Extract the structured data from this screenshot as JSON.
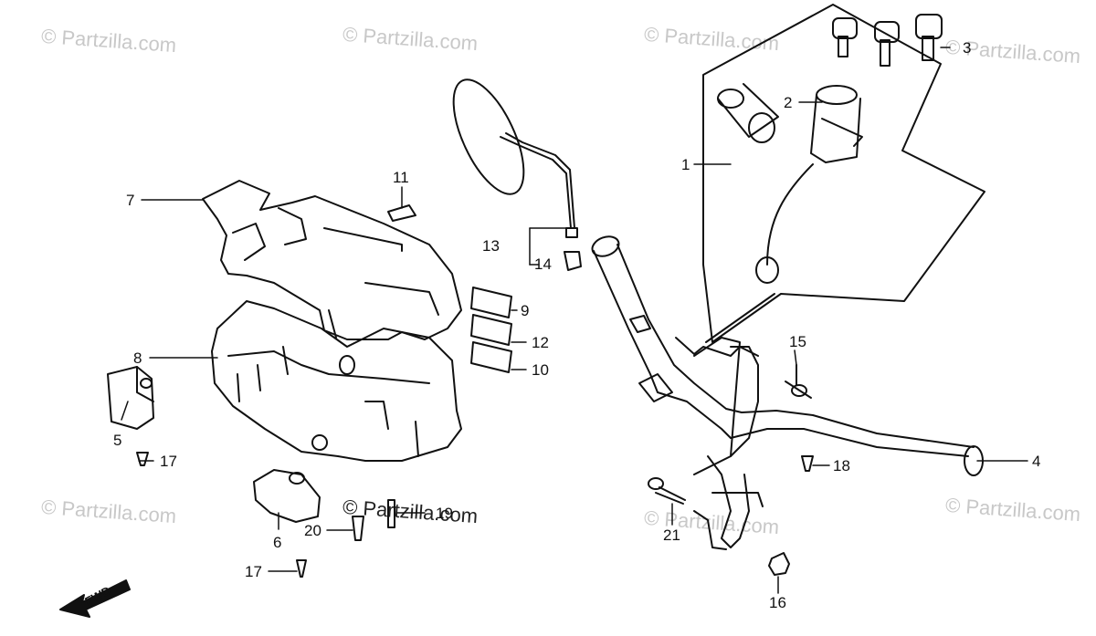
{
  "watermarks": {
    "w1": "© Partzilla.com",
    "w2": "© Partzilla.com",
    "w3": "© Partzilla.com",
    "w4": "© Partzilla.com",
    "w5": "© Partzilla.com",
    "w6": "© Partzilla.com",
    "w7": "© Partzilla.com",
    "w8": "© Partzilla.com"
  },
  "callouts": {
    "c1": "1",
    "c2": "2",
    "c3": "3",
    "c4": "4",
    "c5": "5",
    "c6": "6",
    "c7": "7",
    "c8": "8",
    "c9": "9",
    "c10": "10",
    "c11": "11",
    "c12": "12",
    "c13": "13",
    "c14": "14",
    "c15": "15",
    "c16": "16",
    "c17a": "17",
    "c17b": "17",
    "c18": "18",
    "c19": "19",
    "c20": "20",
    "c21": "21"
  },
  "direction_label": "FWD",
  "colors": {
    "line": "#111111",
    "watermark": "#c8c8c8"
  }
}
